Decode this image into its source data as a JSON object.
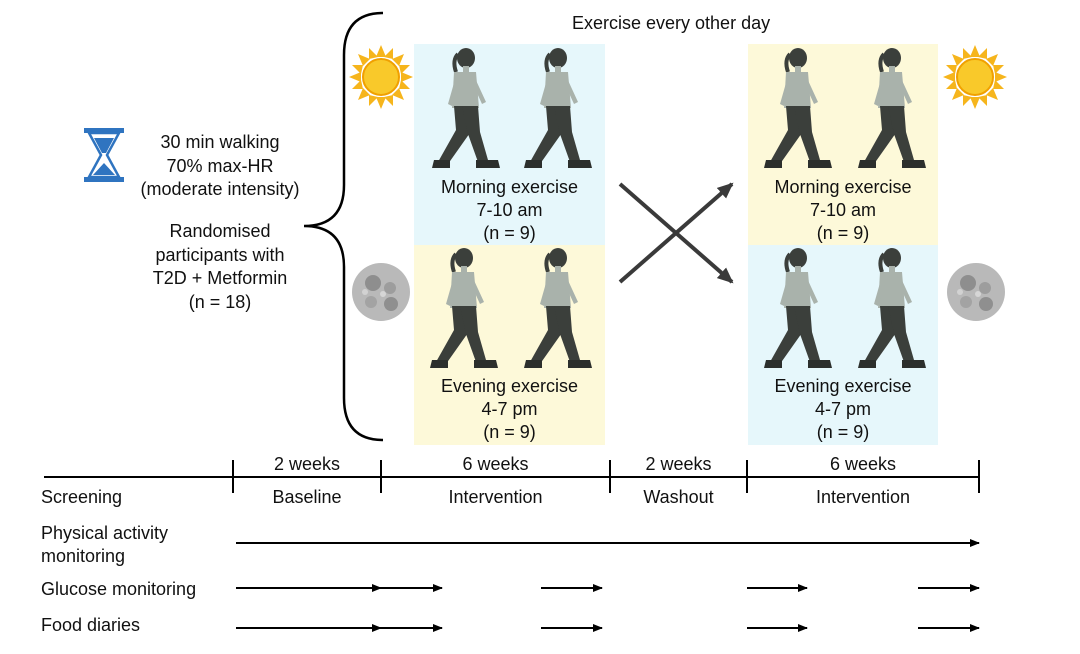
{
  "colors": {
    "morning_panel": "#e6f7fb",
    "evening_panel": "#fdf9d9",
    "walker_torso": "#a9b2ab",
    "walker_legs": "#3b3f3b",
    "sun": "#f6b51c",
    "moon": "#9a9a9a",
    "hourglass": "#2f74c0",
    "line": "#000000"
  },
  "icons": {
    "sun": "sun-icon",
    "moon": "moon-icon",
    "hourglass": "hourglass-icon",
    "walker": "walking-person-icon"
  },
  "header": {
    "title": "Exercise every other day"
  },
  "protocol": {
    "line1": "30 min walking",
    "line2": "70% max-HR",
    "line3": "(moderate intensity)"
  },
  "participants": {
    "line1": "Randomised",
    "line2": "participants with",
    "line3": "T2D + Metformin",
    "line4": "(n = 18)"
  },
  "period1": {
    "top": {
      "name": "Morning exercise",
      "time": "7-10 am",
      "n": "(n = 9)"
    },
    "bottom": {
      "name": "Evening exercise",
      "time": "4-7 pm",
      "n": "(n = 9)"
    }
  },
  "period2": {
    "top": {
      "name": "Morning exercise",
      "time": "7-10 am",
      "n": "(n = 9)"
    },
    "bottom": {
      "name": "Evening exercise",
      "time": "4-7 pm",
      "n": "(n = 9)"
    }
  },
  "timeline": {
    "durations": [
      "2 weeks",
      "6 weeks",
      "2 weeks",
      "6 weeks"
    ],
    "phases": [
      "Screening",
      "Baseline",
      "Intervention",
      "Washout",
      "Intervention"
    ]
  },
  "monitoring": {
    "physical_activity": {
      "line1": "Physical activity",
      "line2": "monitoring"
    },
    "glucose": "Glucose monitoring",
    "food": "Food diaries"
  }
}
